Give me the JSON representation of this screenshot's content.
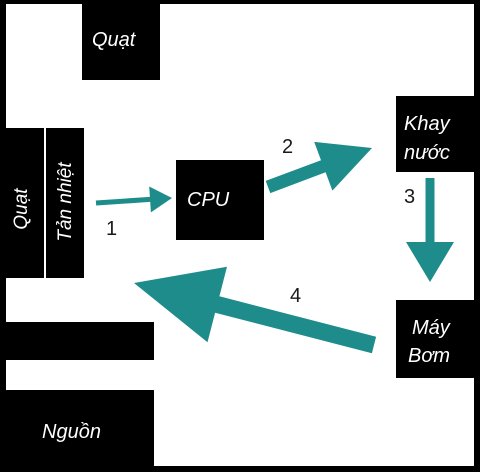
{
  "components": {
    "fan_top": "Quạt",
    "fan_side": "Quạt",
    "heatsink": "Tản nhiệt",
    "cpu": "CPU",
    "reservoir": [
      "Khay",
      "nước"
    ],
    "pump": [
      "Máy",
      "Bơm"
    ],
    "psu": "Nguồn"
  },
  "steps": [
    "1",
    "2",
    "3",
    "4"
  ],
  "colors": {
    "arrow": "#1f8c8c",
    "block": "#000000",
    "background": "#ffffff"
  }
}
